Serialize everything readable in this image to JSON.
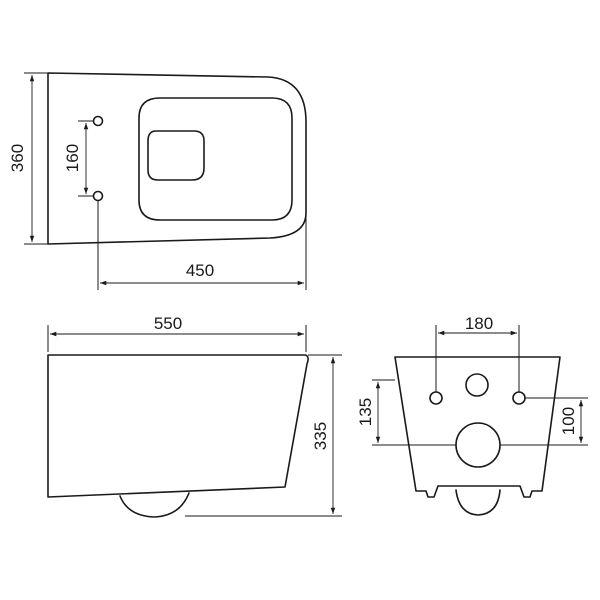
{
  "dimensions": {
    "top_height": "360",
    "top_hole_spacing": "160",
    "top_length": "450",
    "side_length": "550",
    "side_height": "335",
    "rear_hole_spacing": "180",
    "rear_height_left": "135",
    "rear_height_right": "100"
  },
  "colors": {
    "line": "#1a1a1a",
    "background": "#ffffff"
  }
}
